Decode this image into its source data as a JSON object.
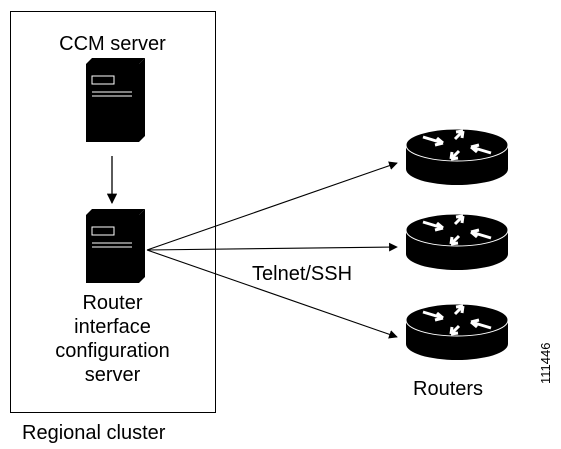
{
  "cluster": {
    "caption": "Regional cluster",
    "ccm_server_label": "CCM server",
    "router_interface_config_server_lines": [
      "Router",
      "interface",
      "configuration",
      "server"
    ]
  },
  "connection": {
    "protocol_label": "Telnet/SSH"
  },
  "routers": {
    "label": "Routers",
    "count": 3
  },
  "figure_id": "111446",
  "icons": [
    "server-tower-icon",
    "router-icon",
    "arrow-icon"
  ]
}
